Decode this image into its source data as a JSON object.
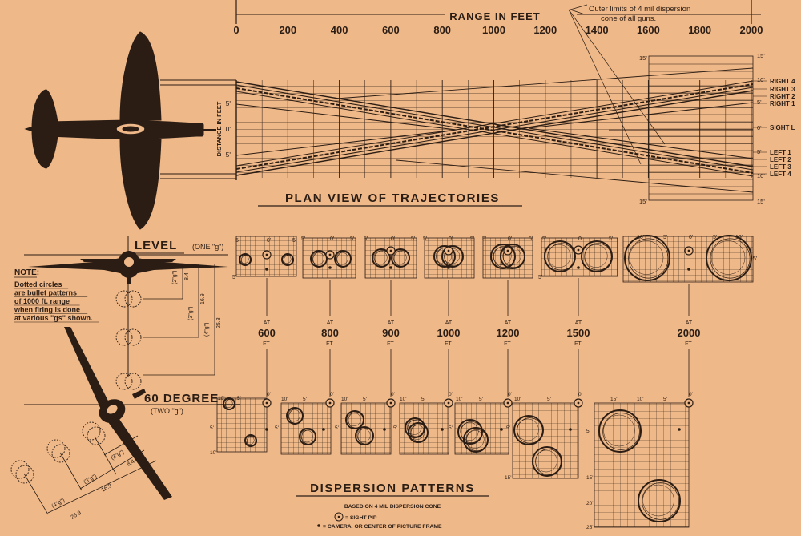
{
  "header": {
    "range_title": "RANGE IN FEET",
    "range_ticks": [
      "0",
      "200",
      "400",
      "600",
      "800",
      "1000",
      "1200",
      "1400",
      "1600",
      "1800",
      "2000"
    ],
    "outer_limits_note_line1": "Outer limits of 4 mil dispersion",
    "outer_limits_note_line2": "cone of all guns."
  },
  "plan_view": {
    "title": "PLAN VIEW OF TRAJECTORIES",
    "y_axis_label": "DISTANCE IN FEET",
    "left_ticks": [
      "5'",
      "0'",
      "5'"
    ],
    "right_scale": [
      "15'",
      "10'",
      "5'",
      "0'",
      "5'",
      "10'",
      "15'"
    ],
    "right_labels": [
      "RIGHT 4",
      "RIGHT 3",
      "RIGHT 2",
      "RIGHT 1",
      "SIGHT L",
      "LEFT 1",
      "LEFT 2",
      "LEFT 3",
      "LEFT 4"
    ],
    "far_scale_top": "15'",
    "far_scale_bottom": "15'"
  },
  "level": {
    "title": "LEVEL",
    "g_label": "(ONE \"g\")",
    "dims": [
      "(2\"g\")",
      "8.4",
      "(3\"g\")",
      "16.9",
      "(4\"g\")",
      "25.3"
    ]
  },
  "note": {
    "heading": "NOTE:",
    "lines": [
      "Dotted circles",
      "are bullet patterns",
      "of 1000 ft. range",
      "when firing is done",
      "at various \"gs\" shown."
    ]
  },
  "ranges": {
    "at": "AT",
    "ft": "FT.",
    "values": [
      "600",
      "800",
      "900",
      "1000",
      "1200",
      "1500",
      "2000"
    ]
  },
  "grid_ticks": {
    "zero": "0'",
    "five": "5'",
    "ten": "10'",
    "fifteen": "15'",
    "twenty": "20'",
    "twentyfive": "25'"
  },
  "sixty": {
    "title": "60 DEGREE",
    "g_label": "(TWO \"g\")",
    "dims": [
      "(3\"g\")",
      "8.4",
      "(3\"g\")",
      "16.9",
      "(4\"g\")",
      "25.3"
    ]
  },
  "dispersion": {
    "title": "DISPERSION PATTERNS",
    "subtitle": "BASED ON 4 MIL DISPERSION CONE",
    "legend_sight": "= SIGHT PIP",
    "legend_camera": "= CAMERA, OR CENTER OF PICTURE FRAME"
  },
  "colors": {
    "paper": "#efb888",
    "ink": "#2b1d14"
  }
}
